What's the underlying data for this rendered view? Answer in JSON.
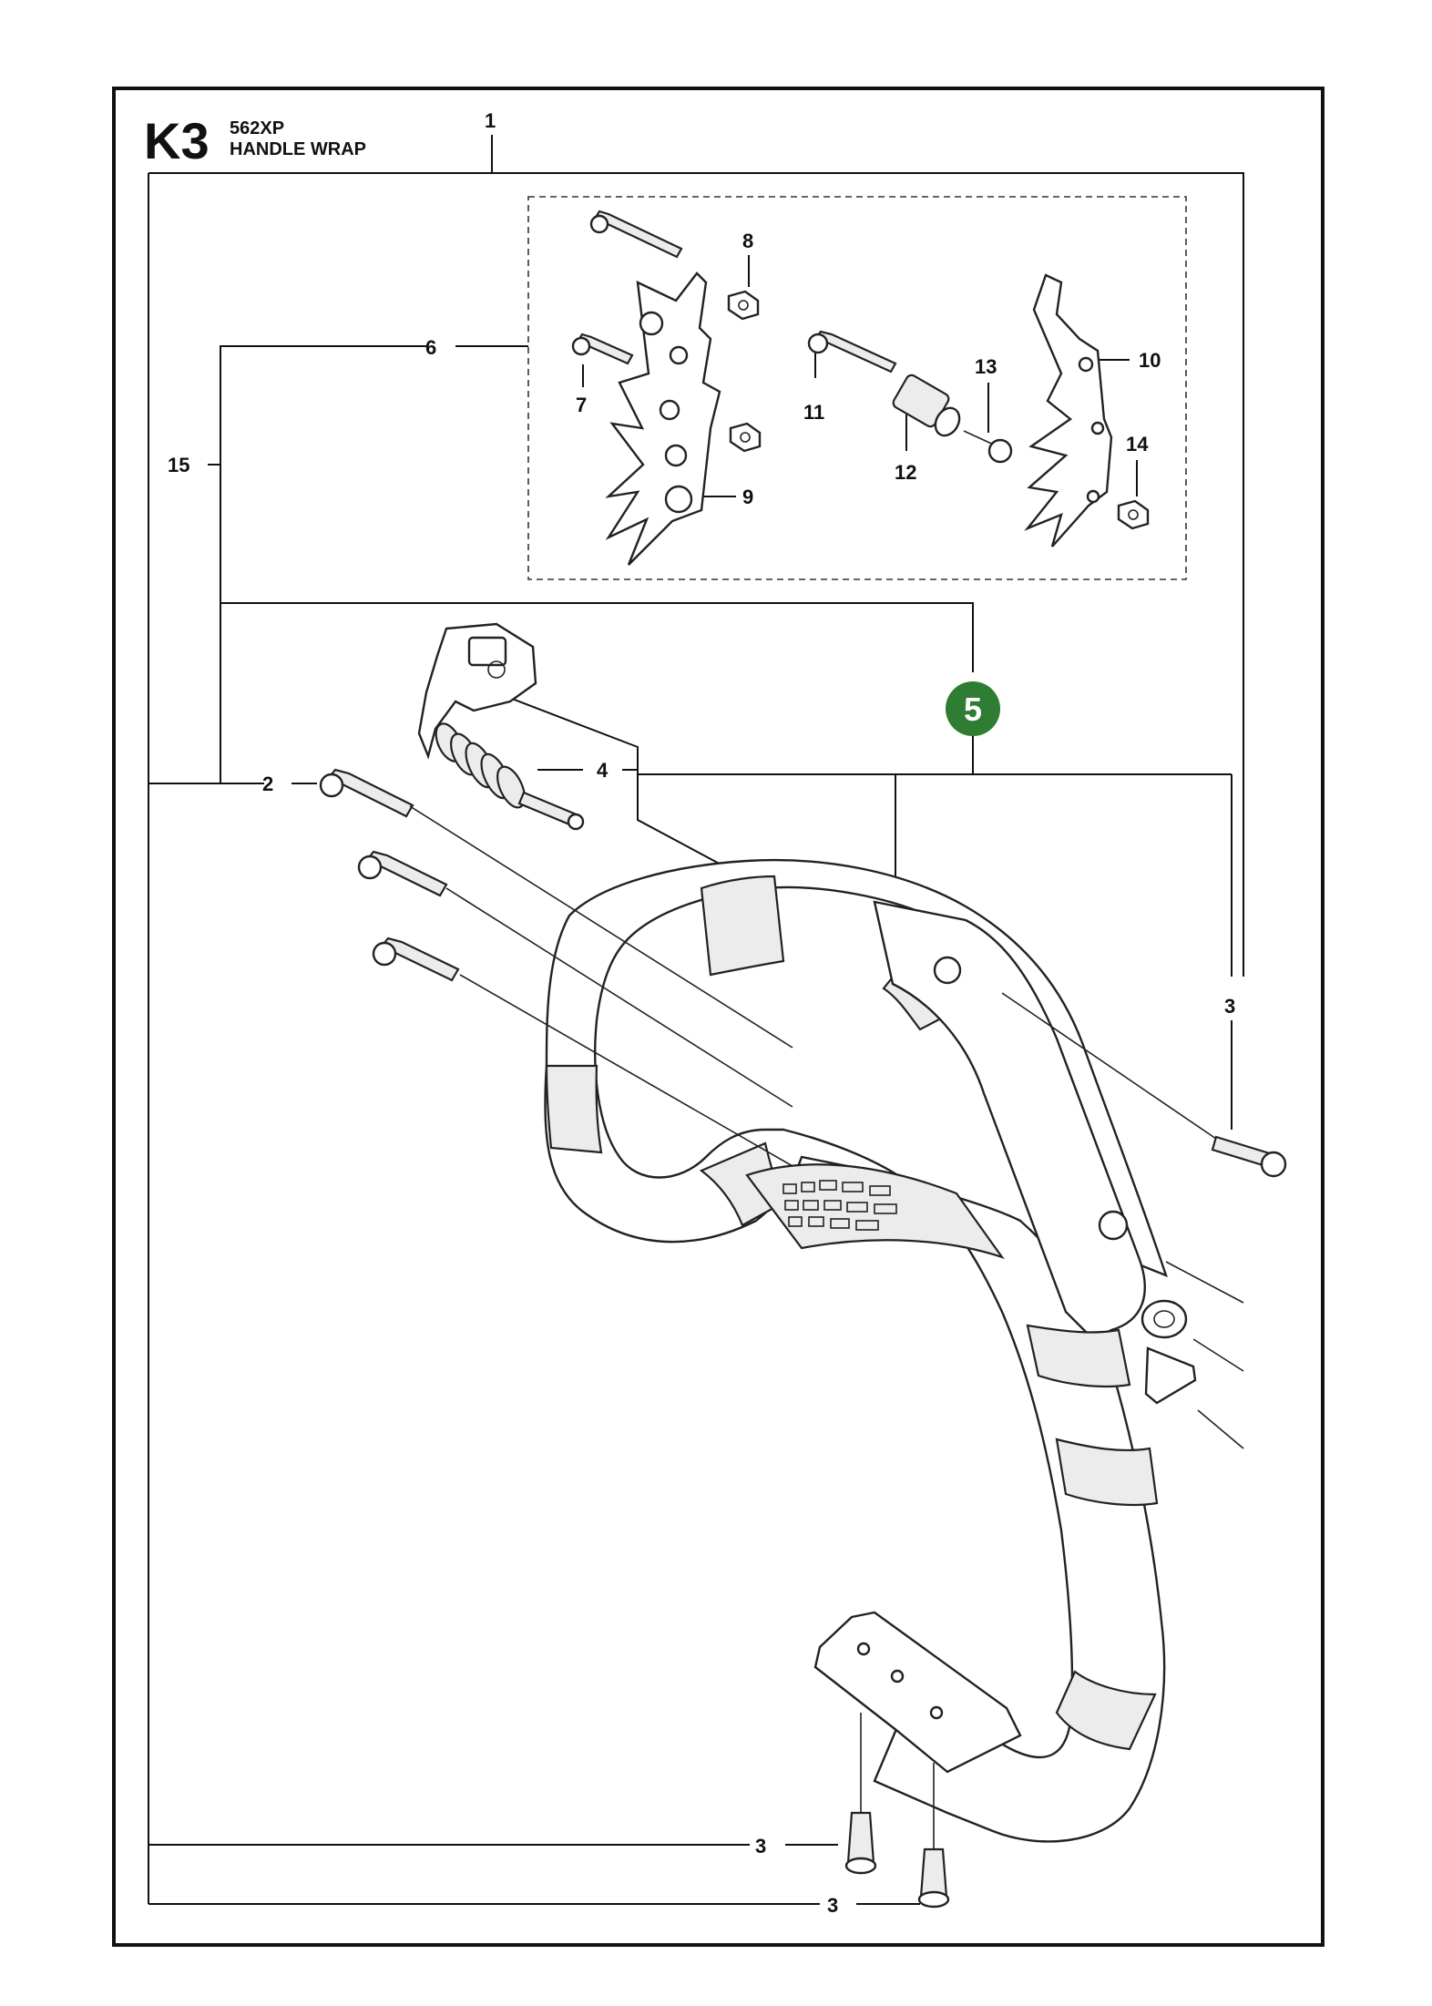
{
  "header": {
    "section_code": "K3",
    "model": "562XP",
    "title": "HANDLE WRAP"
  },
  "callouts": {
    "c1": "1",
    "c2": "2",
    "c3a": "3",
    "c3b": "3",
    "c3c": "3",
    "c4": "4",
    "c5": "5",
    "c6": "6",
    "c7": "7",
    "c8": "8",
    "c9": "9",
    "c10": "10",
    "c11": "11",
    "c12": "12",
    "c13": "13",
    "c14": "14",
    "c15": "15"
  },
  "colors": {
    "highlight_badge": "#2e7d32",
    "frame": "#111111"
  }
}
